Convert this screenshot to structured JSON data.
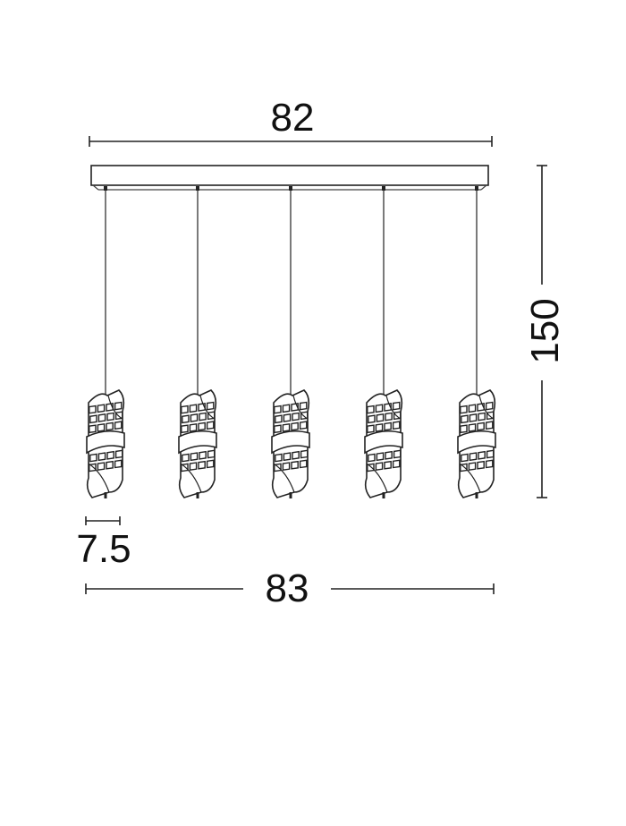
{
  "dimensions": {
    "top_width": "82",
    "height": "150",
    "shade_diameter": "7.5",
    "bottom_width": "83"
  },
  "pendant_count": 5,
  "colors": {
    "stroke": "#222222",
    "background": "#ffffff"
  }
}
